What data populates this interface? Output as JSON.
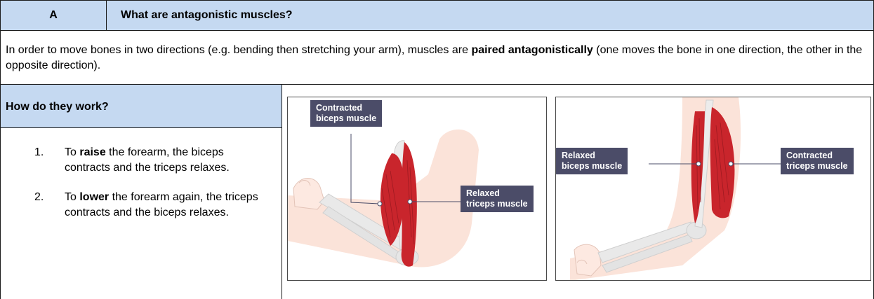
{
  "section": {
    "letter": "A",
    "title": "What are antagonistic muscles?"
  },
  "intro": {
    "before": "In order to move bones in two directions (e.g. bending then stretching your arm), muscles are ",
    "bold": "paired antagonistically",
    "after": " (one moves the bone in one direction, the other in the opposite direction)."
  },
  "how": {
    "heading": "How do they work?",
    "steps": [
      {
        "num": "1.",
        "pre": "To ",
        "bold": "raise",
        "post": " the forearm, the biceps contracts and the triceps relaxes."
      },
      {
        "num": "2.",
        "pre": "To ",
        "bold": "lower",
        "post": " the forearm again, the triceps contracts and the biceps relaxes."
      }
    ]
  },
  "figures": {
    "raised": {
      "label_biceps": [
        "Contracted",
        "biceps muscle"
      ],
      "label_triceps": [
        "Relaxed",
        "triceps muscle"
      ]
    },
    "lowered": {
      "label_biceps": [
        "Relaxed",
        "biceps muscle"
      ],
      "label_triceps": [
        "Contracted",
        "triceps muscle"
      ]
    }
  },
  "colors": {
    "header_bg": "#c5d9f1",
    "label_bg": "#4b4c68",
    "muscle": "#c9252c",
    "skin": "#fbe3d9",
    "bone": "#e6e6e6"
  }
}
